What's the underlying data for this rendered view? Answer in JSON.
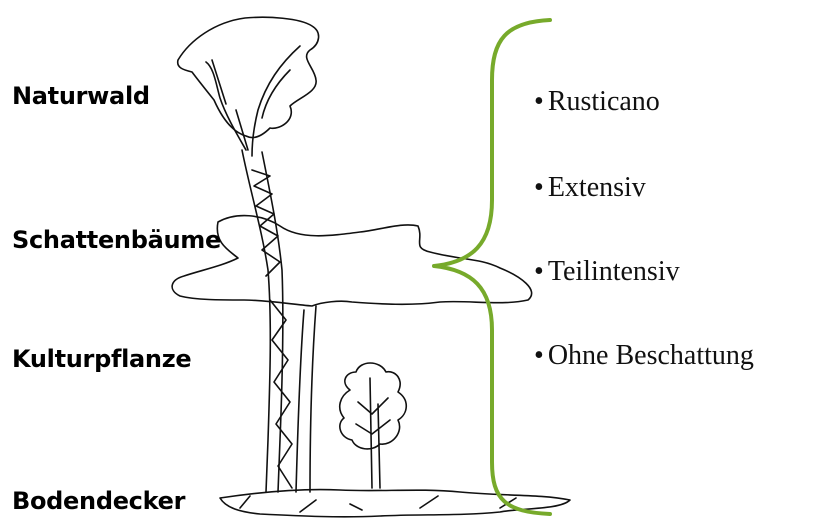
{
  "layers": {
    "naturwald": "Naturwald",
    "schattenbaeume": "Schattenbäume",
    "kulturpflanze": "Kulturpflanze",
    "bodendecker": "Bodendecker"
  },
  "systems": {
    "bullet_char": "•",
    "items": [
      "Rusticano",
      "Extensiv",
      "Teilintensiv",
      "Ohne Beschattung"
    ]
  },
  "colors": {
    "brace": "#77aa2b",
    "sketch": "#111111",
    "text": "#000000"
  }
}
